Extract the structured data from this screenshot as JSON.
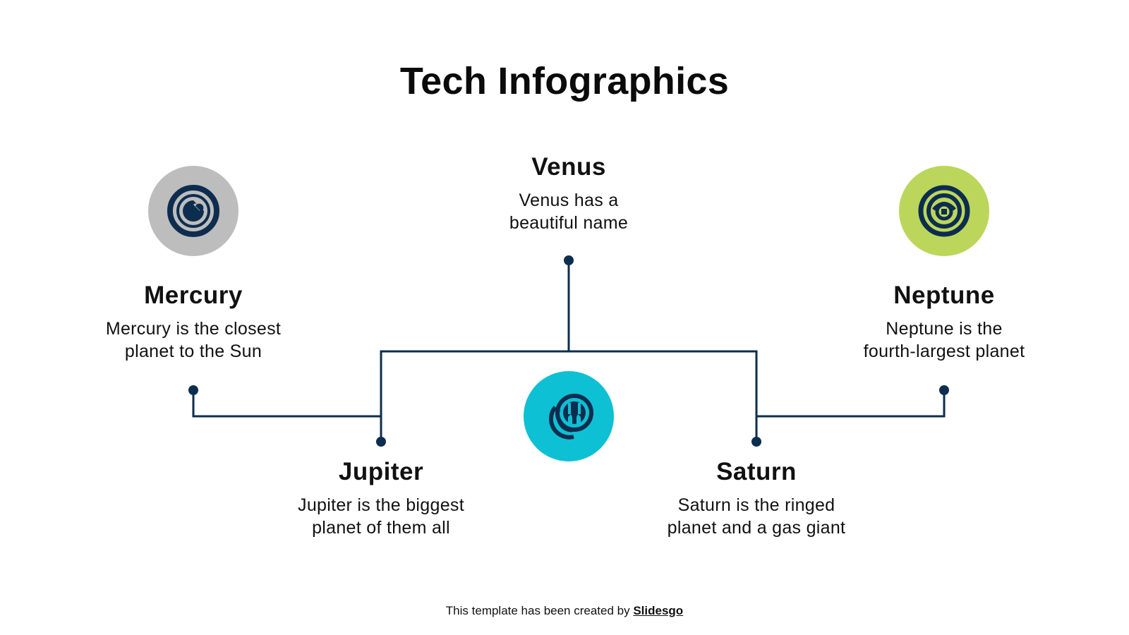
{
  "slide": {
    "title": "Tech Infographics",
    "colors": {
      "line": "#0d2d4f",
      "icon": "#0d2d4f",
      "mercury_circle": "#bdbdbd",
      "venus_circle": "#0ec0d4",
      "neptune_circle": "#bcd65b",
      "text": "#111111"
    },
    "items": [
      {
        "name": "Mercury",
        "desc_line1": "Mercury is the closest",
        "desc_line2": "planet to the Sun",
        "icon": "target-chat-icon"
      },
      {
        "name": "Venus",
        "desc_line1": "Venus has a",
        "desc_line2": "beautiful name",
        "icon": "coins-icon"
      },
      {
        "name": "Neptune",
        "desc_line1": "Neptune is the",
        "desc_line2": "fourth-largest planet",
        "icon": "eye-target-icon"
      },
      {
        "name": "Jupiter",
        "desc_line1": "Jupiter is the biggest",
        "desc_line2": "planet of them all"
      },
      {
        "name": "Saturn",
        "desc_line1": "Saturn is the ringed",
        "desc_line2": "planet and a gas giant"
      }
    ],
    "footer": {
      "prefix": "This template has been created by ",
      "link": "Slidesgo"
    }
  }
}
